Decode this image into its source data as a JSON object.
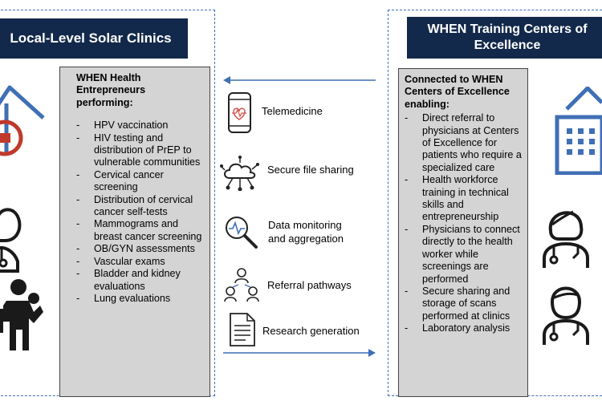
{
  "left": {
    "title": "Local-Level Solar Clinics",
    "box_heading": "WHEN Health Entrepreneurs performing:",
    "items": [
      "HPV vaccination",
      "HIV testing and distribution of PrEP to vulnerable communities",
      "Cervical cancer screening",
      "Distribution of cervical cancer self-tests",
      "Mammograms and breast cancer screening",
      "OB/GYN assessments",
      "Vascular exams",
      "Bladder and kidney evaluations",
      "Lung evaluations"
    ]
  },
  "middle": {
    "items": [
      {
        "label": "Telemedicine",
        "icon": "phone-heartbeat-icon"
      },
      {
        "label": "Secure file sharing",
        "icon": "cloud-network-icon"
      },
      {
        "label": "Data monitoring and aggregation",
        "icon": "magnifier-pulse-icon"
      },
      {
        "label": "Referral pathways",
        "icon": "referral-people-icon"
      },
      {
        "label": "Research generation",
        "icon": "document-icon"
      }
    ]
  },
  "right": {
    "title": "WHEN Training Centers of Excellence",
    "box_heading": "Connected to WHEN Centers of Excellence enabling:",
    "items": [
      "Direct referral to physicians at Centers of Excellence for patients who require a specialized care",
      "Health workforce training in technical skills and entrepreneurship",
      "Physicians to connect directly to the health worker while screenings are performed",
      "Secure sharing and storage of scans performed at clinics",
      "Laboratory analysis"
    ]
  },
  "colors": {
    "title_bg": "#13294b",
    "border": "#3f6fb5",
    "box_bg": "#d4d4d4",
    "accent_red": "#c0392b"
  }
}
